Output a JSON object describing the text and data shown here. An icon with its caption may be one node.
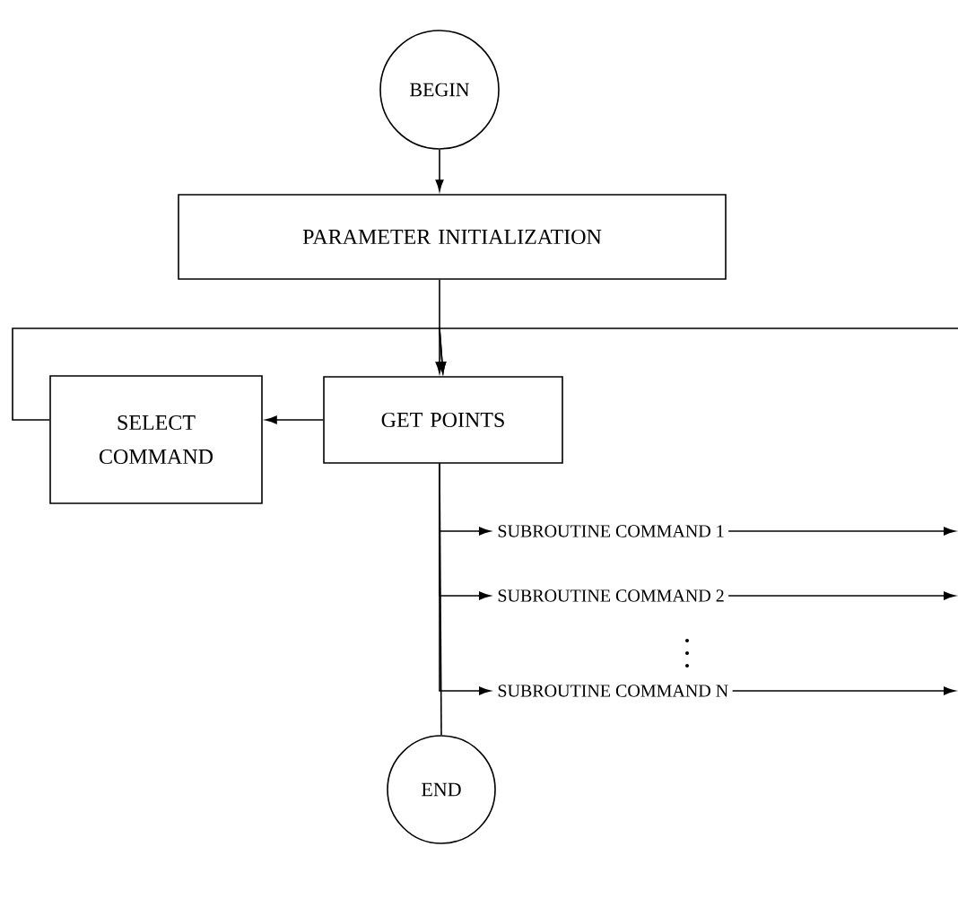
{
  "diagram": {
    "nodes": [
      {
        "text": [
          "BEGIN"
        ]
      },
      {
        "text": [
          "PARAMETER INITIALIZATION"
        ]
      },
      {
        "text": [
          "GET POINTS"
        ]
      },
      {
        "text": [
          "SELECT COMMAND"
        ]
      },
      {
        "text": [
          "SUBROUTINE COMMAND 1"
        ]
      },
      {
        "text": [
          "SUBROUTINE COMMAND 2"
        ]
      },
      {
        "text": [
          "SUBROUTINE COMMAND N"
        ]
      },
      {
        "text": [
          "END"
        ]
      }
    ],
    "edges": [
      {
        "from": 0,
        "to": 1,
        "arrow": "to"
      },
      {
        "from": 1,
        "to": 2,
        "arrow": "to"
      },
      {
        "from": 2,
        "to": 3,
        "arrow": "to"
      },
      {
        "from": 3,
        "to": 2,
        "arrow": "to"
      },
      {
        "from": 2,
        "to": 4,
        "arrow": "to"
      },
      {
        "from": 2,
        "to": 5,
        "arrow": "to"
      },
      {
        "from": 2,
        "to": 6,
        "arrow": "to"
      },
      {
        "from": 4,
        "to": null,
        "arrow": "to"
      },
      {
        "from": 5,
        "to": null,
        "arrow": "to"
      },
      {
        "from": 6,
        "to": null,
        "arrow": "to"
      },
      {
        "from": null,
        "to": 2,
        "arrow": "to"
      },
      {
        "from": 2,
        "to": 7,
        "arrow": "none"
      }
    ]
  }
}
